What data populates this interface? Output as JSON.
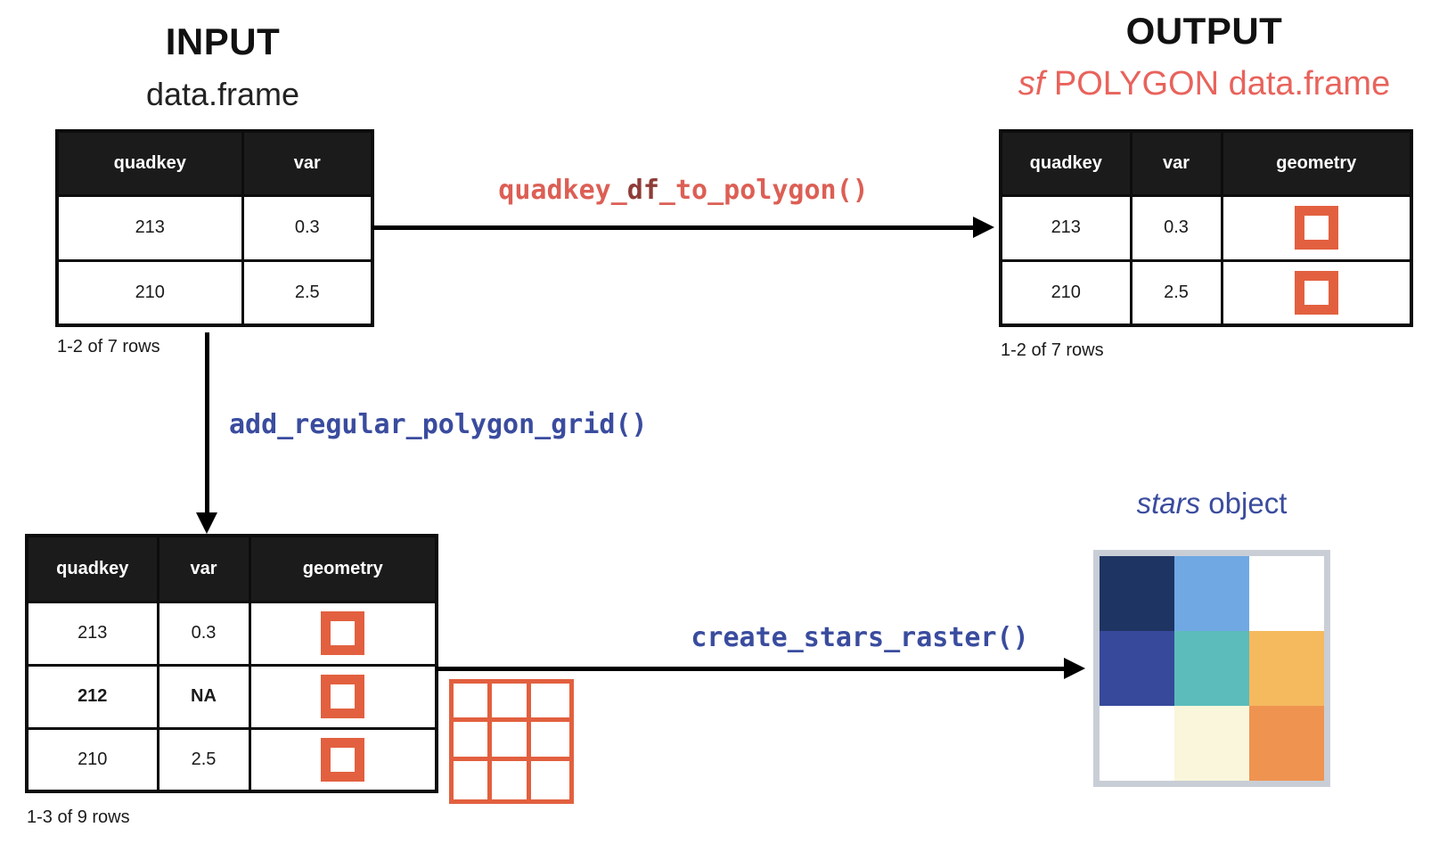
{
  "colors": {
    "accent_salmon": "#E8635C",
    "code_red": "#DC5F55",
    "code_red_dark": "#8E3C38",
    "code_navy": "#3A4C9E",
    "polygon_orange": "#E2603F",
    "table_header_bg": "#1B1B1B",
    "raster_frame_gray": "#C9CED6"
  },
  "input": {
    "title": "INPUT",
    "subtitle": "data.frame",
    "table": {
      "headers": [
        "quadkey",
        "var"
      ],
      "rows": [
        [
          "213",
          "0.3"
        ],
        [
          "210",
          "2.5"
        ]
      ],
      "caption": "1-2 of 7 rows"
    }
  },
  "output": {
    "title": "OUTPUT",
    "subtitle": {
      "italic": "sf",
      "rest": " POLYGON data.frame"
    },
    "table": {
      "headers": [
        "quadkey",
        "var",
        "geometry"
      ],
      "rows": [
        [
          "213",
          "0.3"
        ],
        [
          "210",
          "2.5"
        ]
      ],
      "caption": "1-2 of 7 rows"
    }
  },
  "functions": {
    "quadkey_df_to_polygon": {
      "pre": "quadkey_",
      "mid": "df",
      "post": "_to_polygon()"
    },
    "add_regular_polygon_grid": "add_regular_polygon_grid()",
    "create_stars_raster": "create_stars_raster()"
  },
  "grid_table": {
    "headers": [
      "quadkey",
      "var",
      "geometry"
    ],
    "rows": [
      [
        "213",
        "0.3"
      ],
      [
        "212",
        "NA"
      ],
      [
        "210",
        "2.5"
      ]
    ],
    "bold_row_index": 1,
    "caption": "1-3 of 9 rows"
  },
  "stars": {
    "label": {
      "italic": "stars",
      "rest": " object"
    },
    "raster_cells": [
      [
        "#1E3563",
        "#6FA8E3",
        "#FFFFFF"
      ],
      [
        "#36499B",
        "#5CBCBC",
        "#F5B95E"
      ],
      [
        "#FFFFFF",
        "#FAF6DC",
        "#EF9350"
      ]
    ]
  }
}
